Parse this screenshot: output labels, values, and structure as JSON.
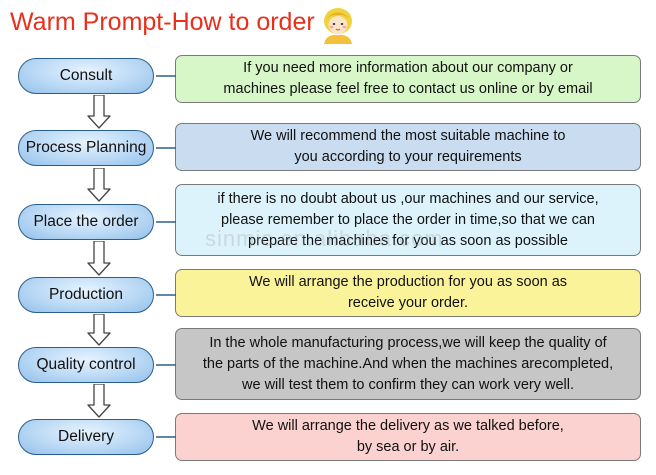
{
  "title": "Warm Prompt-How to order",
  "watermark": "sinmic.en.alibaba.com",
  "steps": [
    {
      "label": "Consult",
      "color": "#d8f7c8",
      "lines": [
        "If you need more information about our company or",
        "machines  please feel free to contact us online or by email"
      ]
    },
    {
      "label": "Process Planning",
      "color": "#c9dcf0",
      "lines": [
        "We will recommend the most suitable machine to",
        "you according to your requirements"
      ]
    },
    {
      "label": "Place the order",
      "color": "#dcf3fb",
      "lines": [
        "if there is no doubt about us ,our machines and our service,",
        "please remember to place the order in time,so that we can",
        "prepare the machines for you as soon as possible"
      ]
    },
    {
      "label": "Production",
      "color": "#fbf39a",
      "lines": [
        "We will arrange the production for you as soon as",
        "receive your order."
      ]
    },
    {
      "label": "Quality control",
      "color": "#c6c6c6",
      "lines": [
        "In the whole manufacturing process,we will keep the quality of",
        "the parts of the machine.And when the machines arecompleted,",
        "we will test them to confirm they can work very well."
      ]
    },
    {
      "label": "Delivery",
      "color": "#fbd2cf",
      "lines": [
        "We will arrange the delivery as we talked before,",
        "by sea or by air."
      ]
    }
  ]
}
